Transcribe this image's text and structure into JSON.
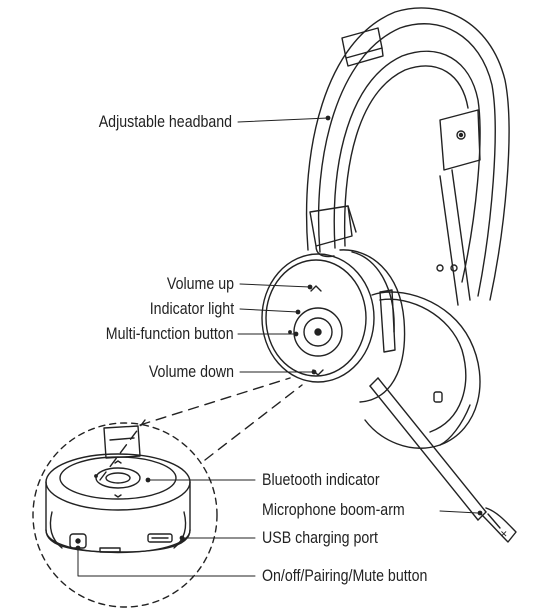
{
  "diagram": {
    "callouts": {
      "adjustable_headband": "Adjustable headband",
      "volume_up": "Volume up",
      "indicator_light": "Indicator light",
      "multi_function_button": "Multi-function button",
      "volume_down": "Volume down",
      "bluetooth_indicator": "Bluetooth indicator",
      "microphone_boom_arm": "Microphone boom-arm",
      "usb_charging_port": "USB charging port",
      "on_off_pairing_mute_button": "On/off/Pairing/Mute button"
    },
    "icons": [
      "volume-up-chevron-icon",
      "volume-down-chevron-icon",
      "multi-function-button-icon",
      "microphone-icon"
    ]
  }
}
